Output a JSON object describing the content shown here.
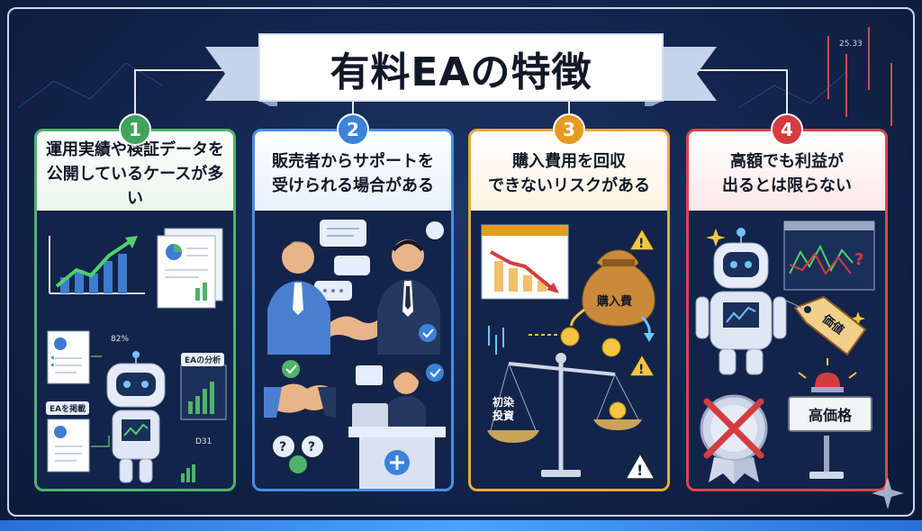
{
  "title": "有料EAの特徴",
  "cards": [
    {
      "number": "1",
      "heading_line1": "運用実績や検証データを",
      "heading_line2": "公開しているケースが多い",
      "labels": {
        "percent": "82%",
        "ea_analysis": "EAの分析",
        "ea_public": "EAを掲載",
        "d31": "D31"
      }
    },
    {
      "number": "2",
      "heading_line1": "販売者からサポートを",
      "heading_line2": "受けられる場合がある"
    },
    {
      "number": "3",
      "heading_line1": "購入費用を回収",
      "heading_line2": "できないリスクがある",
      "labels": {
        "bag": "購入費",
        "initial_line1": "初染",
        "initial_line2": "投資"
      }
    },
    {
      "number": "4",
      "heading_line1": "高額でも利益が",
      "heading_line2": "出るとは限らない",
      "labels": {
        "price_tag": "価値",
        "high_price": "高価格"
      }
    }
  ],
  "background_ticker": "25.33",
  "colors": {
    "green": "#4fb36a",
    "blue": "#4a8ee6",
    "orange": "#e9a93a",
    "red": "#d9474a",
    "navy": "#12244a"
  }
}
